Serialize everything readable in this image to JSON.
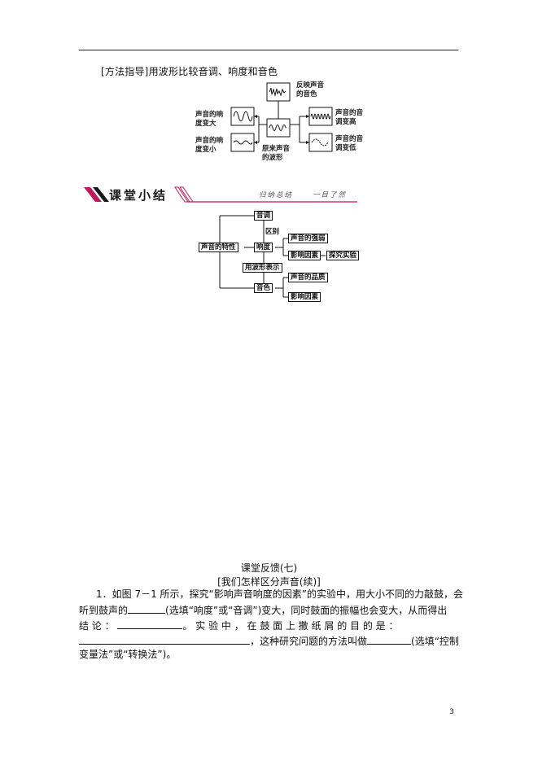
{
  "method_title": "[方法指导]用波形比较音调、响度和音色",
  "wave_diagram": {
    "label_timbre": "反映声音\n的音色",
    "label_loud_up": "声音的响\n度变大",
    "label_loud_down": "声音的响\n度变小",
    "label_pitch_up": "声音的音\n调变高",
    "label_pitch_down": "声音的音\n调变低",
    "label_original": "原来声音\n的波形"
  },
  "banner": {
    "title": "课堂小结",
    "subtitle_a": "归纳总结",
    "subtitle_b": "一目了然",
    "accent_color": "#c2185b"
  },
  "concept_map": {
    "root": "声音的特性",
    "pitch": "音调",
    "distinguish": "区别",
    "loudness": "响度",
    "loud_strength": "声音的强弱",
    "factors": "影响因素",
    "explore": "探究实验",
    "wave_repr": "用波形表示",
    "timbre": "音色",
    "quality": "声音的品质",
    "timbre_factors": "影响因素"
  },
  "feedback": {
    "title": "课堂反馈(七)",
    "subtitle": "[我们怎样区分声音(续)]",
    "q1_line1": "1．如图 7－1 所示，探究“影响声音响度的因素”的实验中，用大小不同的力敲鼓，会",
    "q1_line2a": "听到鼓声的",
    "q1_line2b": "(选填“响度”或“音调”)变大，同时鼓面的振幅也会变大，从而得出",
    "q1_line3a": "结  论  ：",
    "q1_line3b": "。 实  验  中 ， 在  鼓  面  上  撒  纸  屑  的  目  的  是 ：",
    "q1_line4a": "，这种研究问题的方法叫做",
    "q1_line4b": "(选填“控制",
    "q1_line5": "变量法”或“转换法”)。"
  },
  "page_number": "3"
}
